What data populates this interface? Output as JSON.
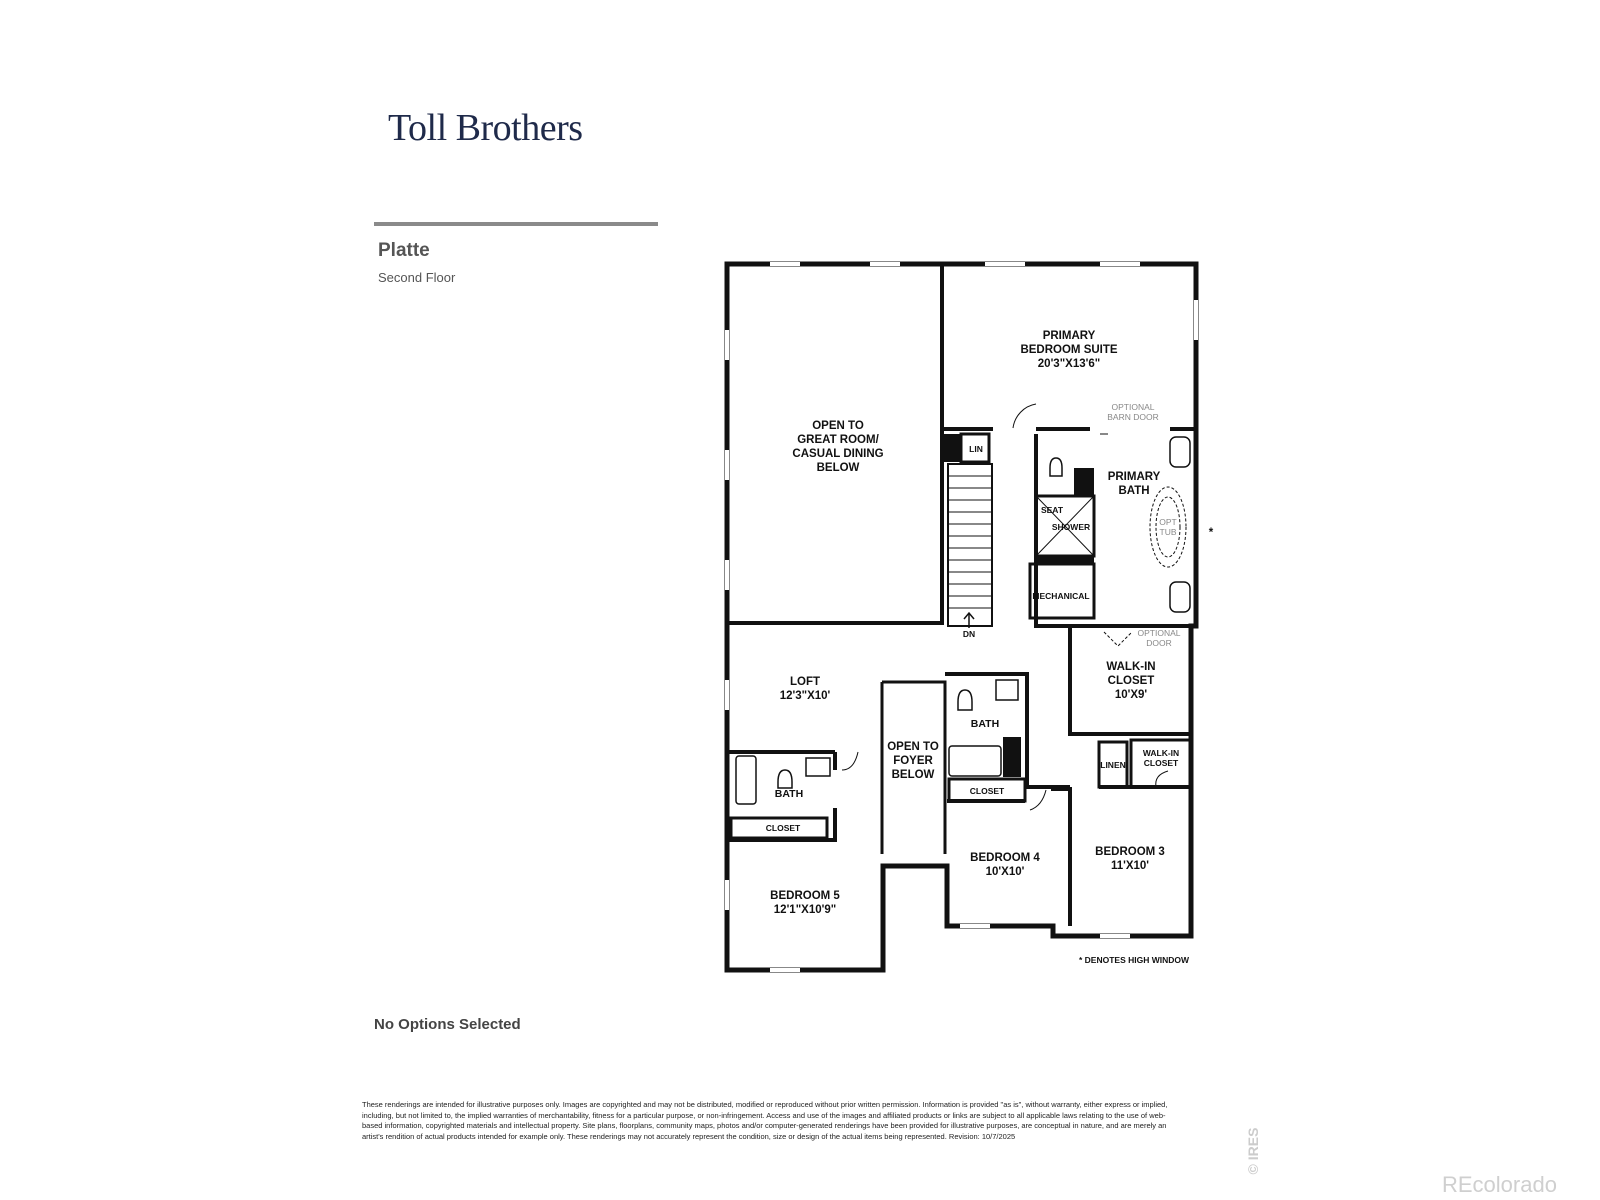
{
  "brand": {
    "logo_text": "Toll Brothers"
  },
  "plan": {
    "name": "Platte",
    "floor": "Second Floor"
  },
  "rooms": {
    "primary_suite": {
      "name": "PRIMARY\nBEDROOM SUITE",
      "dims": "20'3\"X13'6\""
    },
    "open_great": {
      "name": "OPEN TO\nGREAT ROOM/\nCASUAL DINING\nBELOW"
    },
    "lin": {
      "name": "LIN"
    },
    "primary_bath": {
      "name": "PRIMARY\nBATH"
    },
    "seat": {
      "name": "SEAT"
    },
    "shower": {
      "name": "SHOWER"
    },
    "opt_tub": {
      "name": "OPT\nTUB"
    },
    "mechanical": {
      "name": "MECHANICAL"
    },
    "dn": {
      "name": "DN"
    },
    "optional_barn_door": {
      "name": "OPTIONAL\nBARN DOOR"
    },
    "optional_door": {
      "name": "OPTIONAL\nDOOR"
    },
    "walkin_primary": {
      "name": "WALK-IN\nCLOSET",
      "dims": "10'X9'"
    },
    "loft": {
      "name": "LOFT",
      "dims": "12'3\"X10'"
    },
    "open_foyer": {
      "name": "OPEN TO\nFOYER\nBELOW"
    },
    "bath_center": {
      "name": "BATH"
    },
    "closet_center": {
      "name": "CLOSET"
    },
    "linen": {
      "name": "LINEN"
    },
    "walkin_small": {
      "name": "WALK-IN\nCLOSET"
    },
    "bath_left": {
      "name": "BATH"
    },
    "closet_left": {
      "name": "CLOSET"
    },
    "bedroom4": {
      "name": "BEDROOM 4",
      "dims": "10'X10'"
    },
    "bedroom3": {
      "name": "BEDROOM 3",
      "dims": "11'X10'"
    },
    "bedroom5": {
      "name": "BEDROOM 5",
      "dims": "12'1\"X10'9\""
    }
  },
  "high_window_note": "* DENOTES HIGH WINDOW",
  "high_window_marker": "*",
  "options_text": "No Options Selected",
  "disclaimer": "These renderings are intended for illustrative purposes only. Images are copyrighted and may not be distributed, modified or reproduced without prior written permission. Information is provided \"as is\", without warranty, either express or implied, including, but not limited to, the implied warranties of merchantability, fitness for a particular purpose, or non-infringement. Access and use of the images and affiliated products or links are subject to all applicable laws relating to the use of web-based information, copyrighted materials and intellectual property. Site plans, floorplans, community maps, photos and/or computer-generated renderings have been provided for illustrative purposes, are conceptual in nature, and are merely an artist's rendition of actual products intended for example only. These renderings may not accurately represent the condition, size or design of the actual items being represented. Revision: 10/7/2025",
  "watermark_ires": "© IRES",
  "watermark_recolorado": "REcolorado"
}
